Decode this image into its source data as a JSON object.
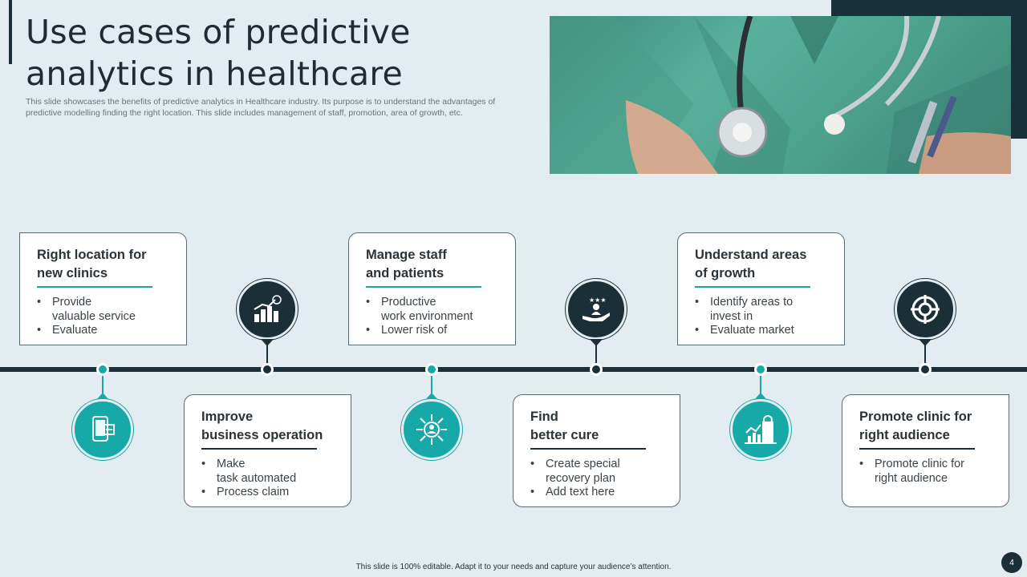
{
  "title": "Use cases of predictive analytics in healthcare",
  "subtitle": "This slide showcases the benefits of predictive analytics in Healthcare industry. Its purpose is to understand the advantages of predictive modelling  finding the right location. This slide includes management of staff, promotion, area of growth, etc.",
  "colors": {
    "teal": "#17a9a8",
    "dark": "#1b2f38",
    "background": "#e3edf1"
  },
  "image": {
    "icon": "doctor-stethoscope-photo"
  },
  "cards_top": [
    {
      "title": "Right location for\nnew clinics",
      "bullets": [
        "Provide\nvaluable service",
        "Evaluate"
      ]
    },
    {
      "title": "Manage staff\nand patients",
      "bullets": [
        "Productive\nwork environment",
        "Lower risk of"
      ]
    },
    {
      "title": "Understand areas\nof growth",
      "bullets": [
        "Identify areas to\ninvest in",
        "Evaluate market"
      ]
    }
  ],
  "cards_bottom": [
    {
      "title": "Improve\nbusiness operation",
      "bullets": [
        "Make\ntask automated",
        "Process claim"
      ]
    },
    {
      "title": "Find\nbetter cure",
      "bullets": [
        "Create special\nrecovery plan",
        "Add text here"
      ]
    },
    {
      "title": "Promote clinic for\nright audience",
      "bullets": [
        "Promote clinic for\nright audience"
      ]
    }
  ],
  "icons": {
    "dark": [
      "growth-chart-icon",
      "hand-person-stars-icon",
      "target-icon"
    ],
    "teal": [
      "mobile-document-icon",
      "network-person-icon",
      "finance-building-icon"
    ]
  },
  "footer": "This slide is 100% editable.  Adapt it to your needs and capture your audience’s attention.",
  "page_number": "4"
}
